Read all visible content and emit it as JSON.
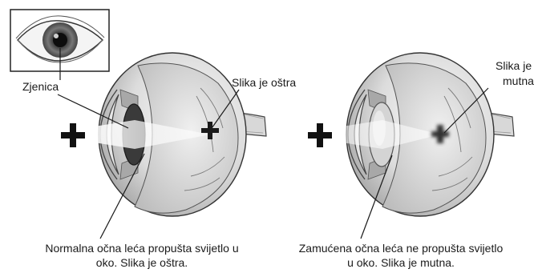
{
  "labels": {
    "pupil": "Zjenica",
    "sharp_image": "Slika je oštra",
    "blurry_image_line1": "Slika je",
    "blurry_image_line2": "mutna"
  },
  "captions": {
    "normal_line1": "Normalna očna leća propušta svijetlo u",
    "normal_line2": "oko. Slika je oštra.",
    "cataract_line1": "Zamućena očna leća ne propušta svijetlo",
    "cataract_line2": "u oko. Slika je mutna."
  },
  "icons": [
    "eye-closeup-icon",
    "plus-object-icon",
    "sharp-image-cross-icon",
    "blurry-image-cross-icon"
  ],
  "colors": {
    "line": "#1a1a1a",
    "eyeball_light": "#f2f2f2",
    "eyeball_mid": "#cfcfcf",
    "eyeball_dark": "#8a8a8a",
    "lens_clear": "#3a3a3a",
    "lens_cloudy": "#d4d4d4"
  }
}
